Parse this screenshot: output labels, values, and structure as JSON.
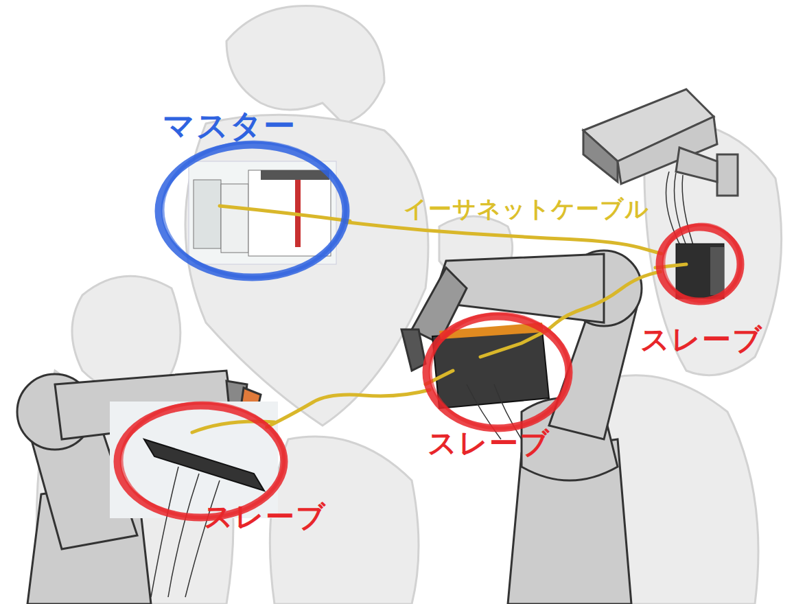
{
  "diagram": {
    "nodes": [
      {
        "text": [
          "マスター"
        ]
      },
      {
        "text": [
          "スレーブ"
        ]
      },
      {
        "text": [
          "スレーブ"
        ]
      },
      {
        "text": [
          "スレーブ"
        ]
      }
    ],
    "edges": [
      {
        "from": 0,
        "to": 1,
        "arrow": "none",
        "label": "イーサネットケーブル"
      },
      {
        "from": 1,
        "to": 2,
        "arrow": "none"
      },
      {
        "from": 2,
        "to": 3,
        "arrow": "none"
      }
    ]
  }
}
